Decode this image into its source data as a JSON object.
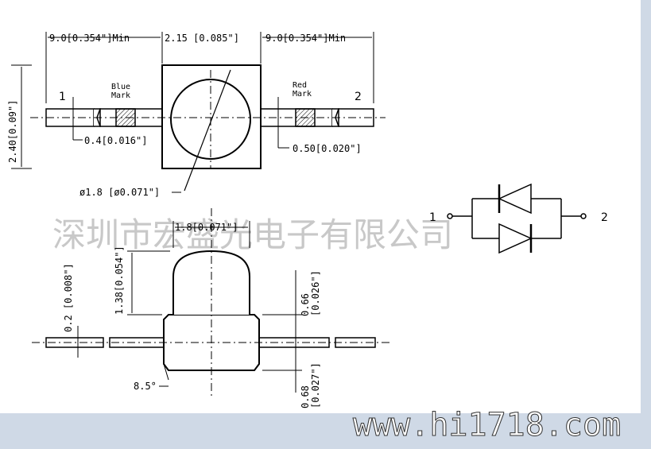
{
  "top_view": {
    "dim_left_lead": "9.0[0.354\"]Min",
    "dim_body_width": "2.15 [0.085\"]",
    "dim_right_lead": "9.0[0.354\"]Min",
    "dim_height": "2.40[0.09\"]",
    "dim_lead_thickness": "0.4[0.016\"]",
    "dim_lead_width": "0.50[0.020\"]",
    "dim_lens_dia": "ø1.8 [ø0.071\"]",
    "pin1": "1",
    "pin2": "2",
    "blue_mark": "Blue\nMark",
    "red_mark": "Red\nMark"
  },
  "side_view": {
    "dim_lens_width": "1.8[0.071\"]",
    "dim_lens_height": "1.38[0.054\"]",
    "dim_lead": "0.2 [0.008\"]",
    "dim_upper": "0.66\n[0.026\"]",
    "dim_lower": "0.68\n[0.027\"]",
    "dim_angle": "8.5°"
  },
  "schematic": {
    "pin1": "1",
    "pin2": "2"
  },
  "watermark": {
    "company": "深圳市宏盛光电子有限公司",
    "url": "www.hi1718.com"
  }
}
